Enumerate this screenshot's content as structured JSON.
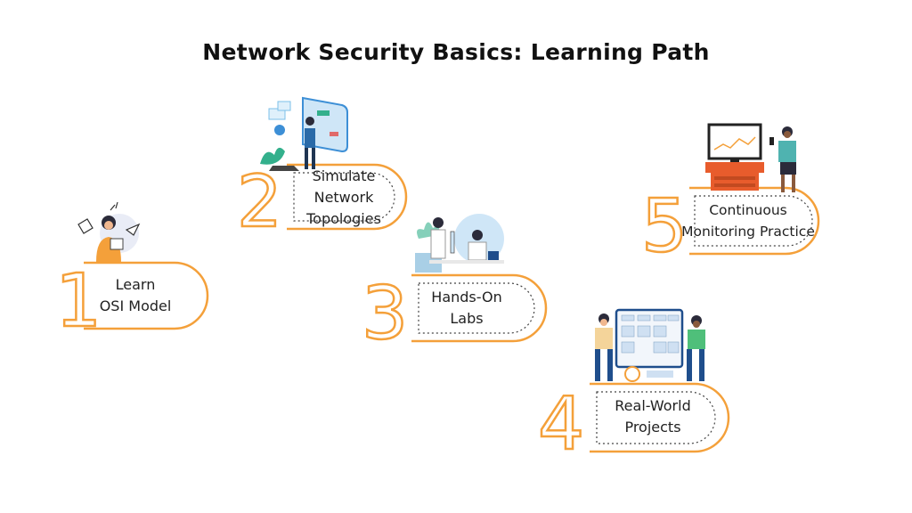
{
  "title": "Network Security Basics: Learning Path",
  "colors": {
    "accent": "#F4A03A",
    "skin": "#f0b78f",
    "dark": "#222222",
    "blue": "#1f4e8c",
    "teal": "#4fb3b0"
  },
  "steps": [
    {
      "number": "1",
      "line1": "Learn",
      "line2": "OSI Model",
      "illustration": "person-reading-icon"
    },
    {
      "number": "2",
      "line1": "Simulate Network",
      "line2": "Topologies",
      "illustration": "person-touchscreen-icon"
    },
    {
      "number": "3",
      "line1": "Hands-On",
      "line2": "Labs",
      "illustration": "scientists-lab-icon"
    },
    {
      "number": "4",
      "line1": "Real-World",
      "line2": "Projects",
      "illustration": "team-kanban-board-icon"
    },
    {
      "number": "5",
      "line1": "Continuous",
      "line2": "Monitoring Practice",
      "illustration": "person-monitor-desk-icon"
    }
  ]
}
